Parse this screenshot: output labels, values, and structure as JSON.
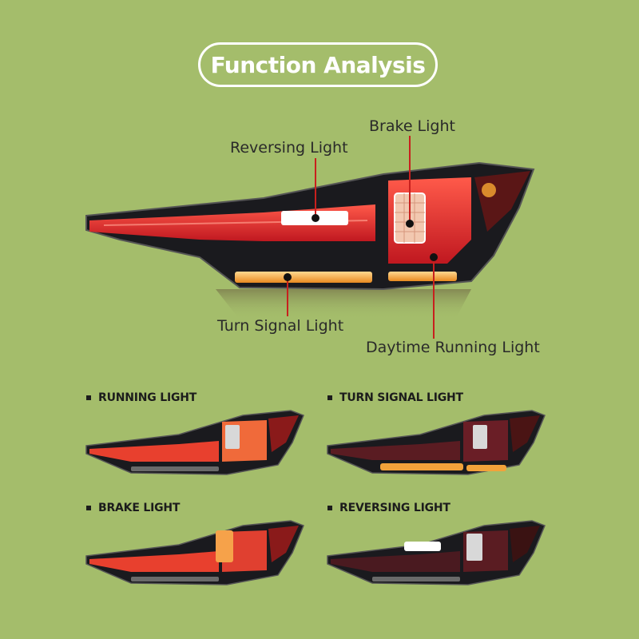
{
  "title": "Function Analysis",
  "callouts": {
    "reversing": "Reversing Light",
    "brake": "Brake Light",
    "turn": "Turn Signal Light",
    "daytime": "Daytime Running Light"
  },
  "modes": [
    {
      "label": "RUNNING LIGHT",
      "mode": "running"
    },
    {
      "label": "TURN SIGNAL LIGHT",
      "mode": "turn"
    },
    {
      "label": "BRAKE LIGHT",
      "mode": "brake"
    },
    {
      "label": "REVERSING LIGHT",
      "mode": "reversing"
    }
  ],
  "colors": {
    "background": "#a4bd6b",
    "callout_line": "#c8201e",
    "lamp_red": "#d8242a",
    "lamp_amber": "#f0a030",
    "lamp_white": "#ffffff",
    "housing": "#1a1a1e"
  }
}
